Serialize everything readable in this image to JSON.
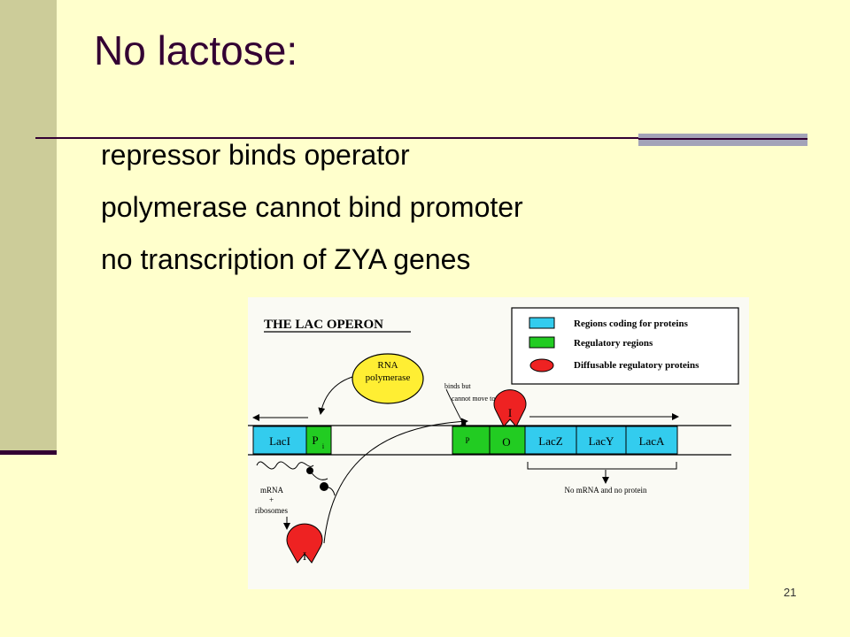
{
  "slide": {
    "title": "No lactose:",
    "bullets": [
      "repressor binds operator",
      "polymerase cannot bind promoter",
      "no transcription of ZYA genes"
    ],
    "number": "21"
  },
  "diagram": {
    "title": "THE LAC OPERON",
    "legend": [
      {
        "label": "Regions coding for proteins",
        "color": "#33ccee"
      },
      {
        "label": "Regulatory regions",
        "color": "#22cc22"
      },
      {
        "label": "Diffusable regulatory proteins",
        "color": "#ee2222"
      }
    ],
    "polymerase": {
      "line1": "RNA",
      "line2": "polymerase"
    },
    "annotation": {
      "line1": "binds but",
      "line2": "cannot move to transcribe"
    },
    "genes": {
      "laci": "LacI",
      "pi_main": "P",
      "pi_sub": "i",
      "p": "P",
      "o": "O",
      "lacz": "LacZ",
      "lacy": "LacY",
      "laca": "LacA"
    },
    "repressor_label": "I",
    "mrna_note": {
      "line1": "mRNA",
      "line2": "+",
      "line3": "ribosomes"
    },
    "no_product": "No mRNA and no protein",
    "colors": {
      "coding": "#33ccee",
      "regulatory": "#22cc22",
      "repressor": "#ee2222",
      "polymerase": "#ffee33"
    }
  }
}
